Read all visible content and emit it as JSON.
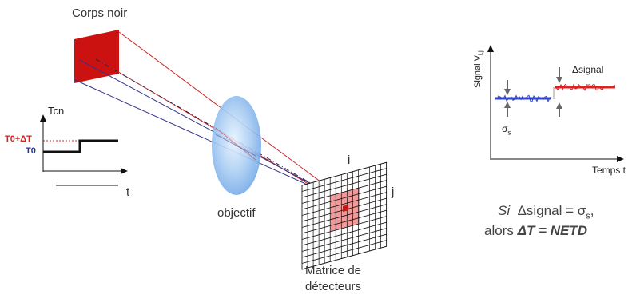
{
  "blackbody": {
    "label": "Corps noir"
  },
  "lens": {
    "label": "objectif"
  },
  "detector": {
    "label_line1": "Matrice de",
    "label_line2": "détecteurs",
    "row_index": "i",
    "col_index": "j"
  },
  "temperature_graph": {
    "ylabel": "Tcn",
    "xlabel": "t",
    "level_high": "T0+ΔT",
    "level_low": "T0"
  },
  "signal_graph": {
    "ylabel_main": "Signal V",
    "ylabel_sub": "i,j",
    "xlabel": "Temps t",
    "delta_label": "Δsignal",
    "sigma_main": "σ",
    "sigma_sub": "s"
  },
  "conclusion": {
    "line1_si": "Si",
    "line1_delta": "Δsignal = σ",
    "line1_sub": "s",
    "line1_end": ",",
    "line2_start": "alors",
    "line2_formula": "ΔT = NETD"
  },
  "colors": {
    "blackbody": "#cc1111",
    "ray_red": "#cc2222",
    "ray_blue": "#333388",
    "signal_blue": "#3344cc",
    "signal_red": "#dd2222",
    "pixel_area": "#f08888"
  }
}
